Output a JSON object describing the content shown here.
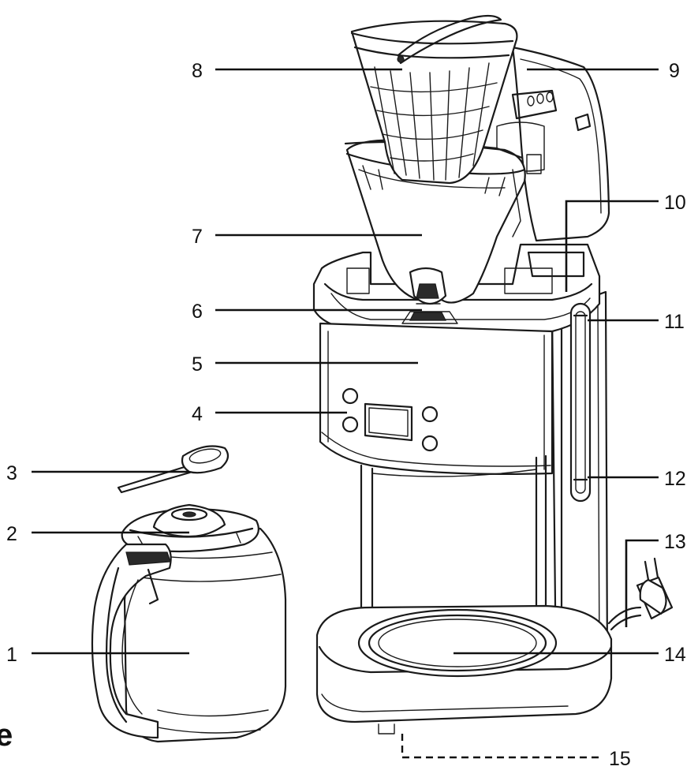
{
  "diagram": {
    "callouts": [
      {
        "id": "c1",
        "label": "1"
      },
      {
        "id": "c2",
        "label": "2"
      },
      {
        "id": "c3",
        "label": "3"
      },
      {
        "id": "c4",
        "label": "4"
      },
      {
        "id": "c5",
        "label": "5"
      },
      {
        "id": "c6",
        "label": "6"
      },
      {
        "id": "c7",
        "label": "7"
      },
      {
        "id": "c8",
        "label": "8"
      },
      {
        "id": "c9",
        "label": "9"
      },
      {
        "id": "c10",
        "label": "10"
      },
      {
        "id": "c11",
        "label": "11"
      },
      {
        "id": "c12",
        "label": "12"
      },
      {
        "id": "c13",
        "label": "13"
      },
      {
        "id": "c14",
        "label": "14"
      },
      {
        "id": "c15",
        "label": "15"
      }
    ],
    "edge_glyph": "e",
    "colors": {
      "ink": "#1a1a1a",
      "background": "#ffffff"
    }
  }
}
